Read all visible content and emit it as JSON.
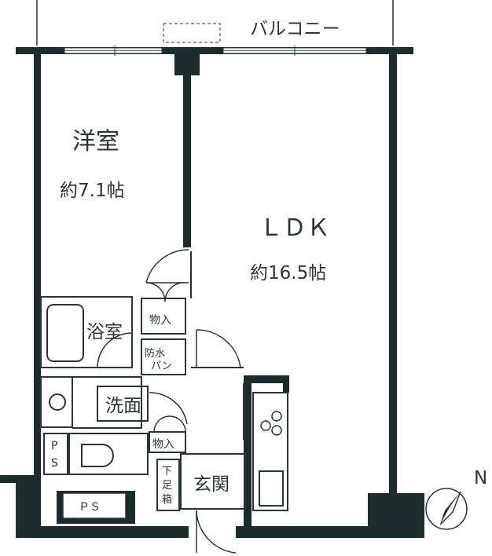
{
  "colors": {
    "wall": "#1e2b2c",
    "line": "#2b3436",
    "background": "#ffffff"
  },
  "rooms": {
    "balcony": "バルコニー",
    "western_room": {
      "name": "洋室",
      "size": "約7.1帖"
    },
    "ldk": {
      "name": "ＬＤＫ",
      "size": "約16.5帖"
    },
    "bathroom": "浴室",
    "storage_upper": "物入",
    "waterproof_pan_1": "防水",
    "waterproof_pan_2": "パン",
    "washroom": "洗面",
    "storage_lower": "物入",
    "ps_left_1": "P",
    "ps_left_2": "S",
    "ps_bottom": "ＰＳ",
    "shoe_box_1": "下",
    "shoe_box_2": "足",
    "shoe_box_3": "箱",
    "entrance": "玄関"
  },
  "compass": {
    "label": "N",
    "icon": "compass-icon"
  }
}
